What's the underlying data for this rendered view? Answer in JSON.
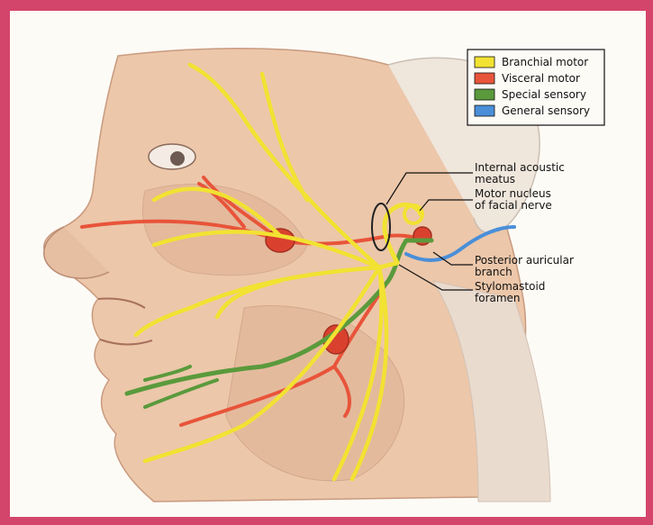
{
  "legend": {
    "items": [
      {
        "label": "Branchial motor",
        "color": "#f2e232"
      },
      {
        "label": "Visceral motor",
        "color": "#e8543a"
      },
      {
        "label": "Special sensory",
        "color": "#5a9a3c"
      },
      {
        "label": "General sensory",
        "color": "#4a8fd8"
      }
    ]
  },
  "labels": {
    "internal_acoustic_1": "Internal acoustic",
    "internal_acoustic_2": "meatus",
    "motor_nucleus_1": "Motor nucleus",
    "motor_nucleus_2": "of facial nerve",
    "posterior_auricular_1": "Posterior auricular",
    "posterior_auricular_2": "branch",
    "stylomastoid_1": "Stylomastoid",
    "stylomastoid_2": "foramen"
  },
  "colors": {
    "frame": "#d4456b",
    "skin": "#e8c4a8",
    "muscle": "#d9a58a",
    "branchial_motor": "#f2e232",
    "visceral_motor": "#e8543a",
    "special_sensory": "#5a9a3c",
    "general_sensory": "#4a8fd8"
  }
}
